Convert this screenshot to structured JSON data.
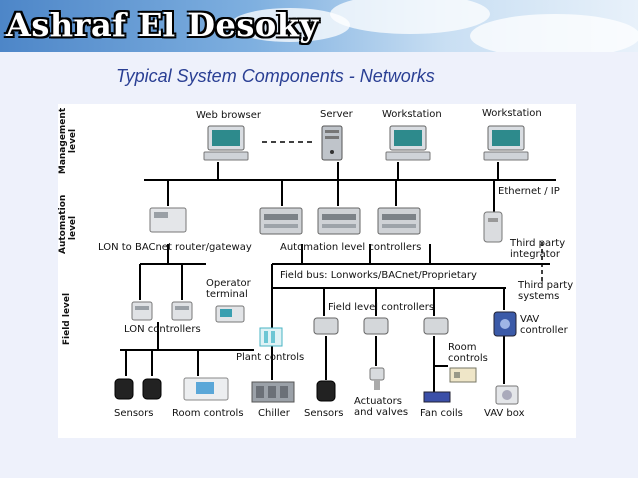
{
  "header": {
    "brand": "Ashraf El Desoky"
  },
  "slide": {
    "title": "Typical System Components - Networks"
  },
  "diagram": {
    "levels": {
      "management": [
        "Management",
        "level"
      ],
      "automation": [
        "Automation",
        "level"
      ],
      "field": "Field level"
    },
    "management": {
      "web_browser": "Web browser",
      "server": "Server",
      "workstation_1": "Workstation",
      "workstation_2": "Workstation",
      "ethernet": "Ethernet / IP"
    },
    "automation": {
      "router": "LON to BACnet router/gateway",
      "controllers": "Automation level controllers",
      "integrator": [
        "Third party",
        "integrator"
      ]
    },
    "field": {
      "operator_terminal": [
        "Operator",
        "terminal"
      ],
      "field_bus": "Field bus: Lonworks/BACnet/Proprietary",
      "third_party_systems": [
        "Third party",
        "systems"
      ],
      "field_level_controllers": "Field level controllers",
      "lon_controllers": "LON controllers",
      "vav_controller": [
        "VAV",
        "controller"
      ],
      "plant_controls": "Plant controls",
      "room_controls_box": [
        "Room",
        "controls"
      ],
      "sensors_1": "Sensors",
      "room_controls": "Room controls",
      "chiller": "Chiller",
      "sensors_2": "Sensors",
      "actuators": [
        "Actuators",
        "and valves"
      ],
      "fan_coils": "Fan coils",
      "vav_box": "VAV box"
    }
  }
}
